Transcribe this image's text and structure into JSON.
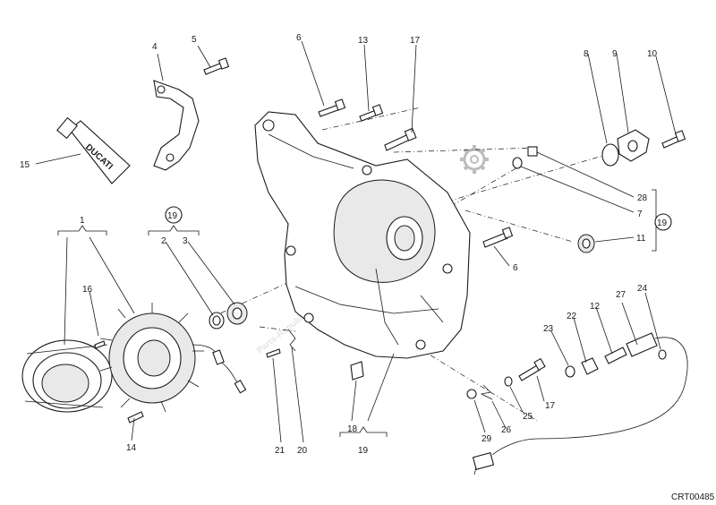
{
  "diagram": {
    "part_labels": {
      "p1": "1",
      "p2": "2",
      "p3": "3",
      "p4": "4",
      "p5": "5",
      "p6a": "6",
      "p6b": "6",
      "p7": "7",
      "p8": "8",
      "p9": "9",
      "p10": "10",
      "p11": "11",
      "p12": "12",
      "p13": "13",
      "p14": "14",
      "p15": "15",
      "p16": "16",
      "p17a": "17",
      "p17b": "17",
      "p18": "18",
      "p19a": "19",
      "p19b": "19",
      "p19c": "19",
      "p20": "20",
      "p21": "21",
      "p22": "22",
      "p23": "23",
      "p24": "24",
      "p25": "25",
      "p26": "26",
      "p27": "27",
      "p28": "28",
      "p29": "29"
    },
    "tube_brand": "DUCATI",
    "watermark": "Parts-Republik",
    "reference_code": "CRT00485"
  }
}
